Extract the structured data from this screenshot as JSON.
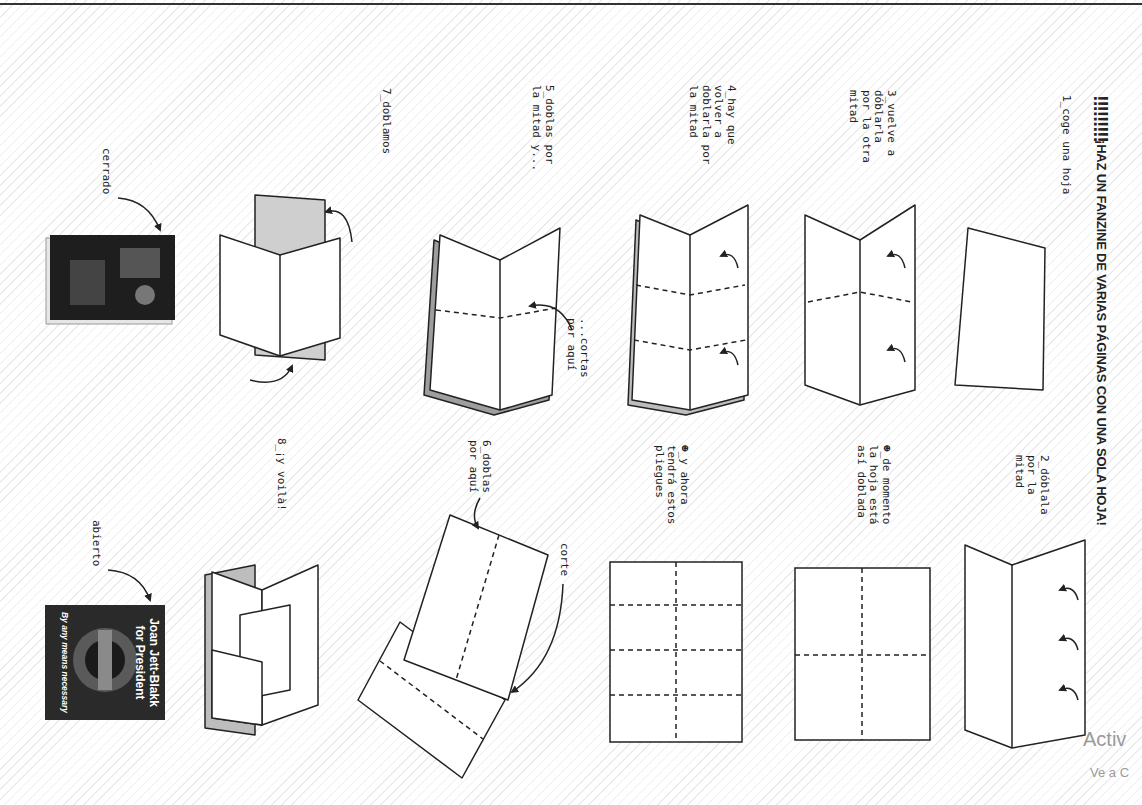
{
  "diagram": {
    "title": "¡HAZ UN FANZINE DE VARIAS PÁGINAS CON UNA SOLA HOJA!",
    "labels": [
      "!!!!!!!!!",
      "1_coge una hoja",
      "2_dóblala por la mitad",
      "3_vuelve a dóblarla por la otra mitad",
      "☻_de momento la hoja está así doblada",
      "4_hay que volver a doblarla por la mitad",
      "☻_y ahora tendrá estos pliegues",
      "5_doblas por la mitad y...",
      "...cortas por aquí",
      "6_doblas por aquí",
      "corte",
      "7_doblamos",
      "8_¡y voilà!",
      "cerrado",
      "abierto",
      "Joan Jett-Blakk for President",
      "By any means necessary",
      "Activ",
      "Ve a C"
    ]
  }
}
